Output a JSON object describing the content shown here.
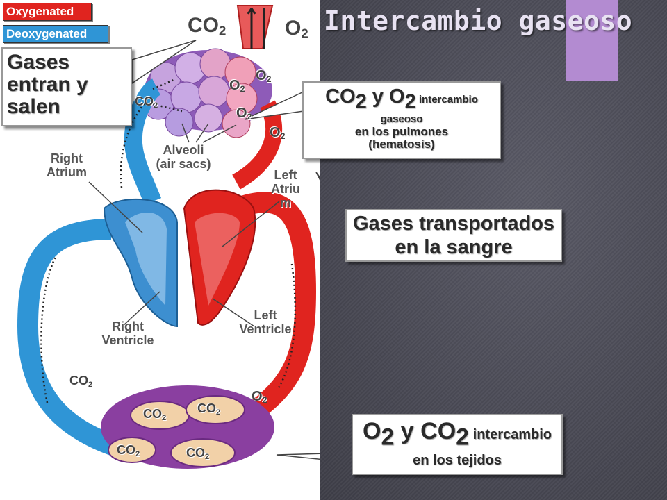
{
  "legend": {
    "oxygenated": "Oxygenated",
    "deoxygenated": "Deoxygenated"
  },
  "colors": {
    "oxygenated": "#e0241f",
    "deoxygenated": "#2f95d6",
    "accent": "#b38bd1"
  },
  "title": "Intercambio gaseoso",
  "top_labels": {
    "co2": "CO",
    "co2_sub": "2",
    "o2": "O",
    "o2_sub": "2"
  },
  "boxes": {
    "gases_in_out": {
      "line1": "Gases",
      "line2": "entran y",
      "line3": "salen"
    },
    "lung_exchange": {
      "a": "CO",
      "a_sub": "2",
      "mid": " y O",
      "mid_sub": "2",
      "small": " intercambio",
      "line2": "gaseoso",
      "line3": "en los pulmones",
      "line4": "(hematosis)"
    },
    "transport": {
      "line1": "Gases transportados",
      "line2": "en la sangre"
    },
    "tissue_exchange": {
      "a": "O",
      "a_sub": "2",
      "mid": " y CO",
      "mid_sub": "2",
      "small": " intercambio",
      "line2": "en los tejidos"
    }
  },
  "anatomy": {
    "alveoli": "Alveoli",
    "air_sacs": "(air sacs)",
    "right_atrium": {
      "l1": "Right",
      "l2": "Atrium"
    },
    "left_atrium": {
      "l1": "Left",
      "l2": "Atriu",
      "l3": "m"
    },
    "right_ventricle": {
      "l1": "Right",
      "l2": "Ventricle"
    },
    "left_ventricle": {
      "l1": "Left",
      "l2": "Ventricle"
    }
  },
  "gas_labels": {
    "co2": "CO",
    "o2": "O",
    "sub": "2"
  }
}
